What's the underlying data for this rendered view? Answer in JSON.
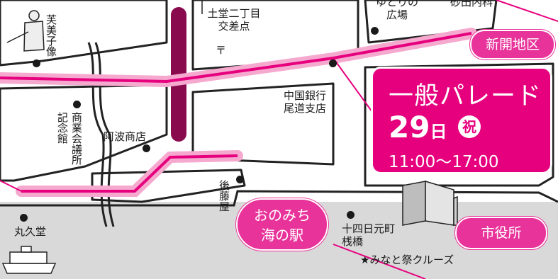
{
  "labels": {
    "intersection": "土堂二丁目\n交差点",
    "intersection_l1": "土堂二丁目",
    "intersection_l2": "交差点",
    "plaza_l1": "ゆとりの",
    "plaza_l2": "広場",
    "clinic": "砂田内科",
    "statue": "芙美子像",
    "bank_l1": "中国銀行",
    "bank_l2": "尾道支店",
    "commerce_hall": "商業会議所",
    "kinen_kan": "記念館",
    "awa_shoten": "阿波商店",
    "goto_ya": "後藤屋",
    "marukyudo": "丸久堂",
    "pier_l1": "十四日元町",
    "pier_l2": "桟橋",
    "cruise": "★みなと祭クルーズ",
    "post_office_symbol": "〒"
  },
  "badges": {
    "shinkai": "新開地区",
    "station_l1": "おのみち",
    "station_l2": "海の駅",
    "city_hall": "市役所"
  },
  "parade": {
    "title": "一般パレード",
    "day_num": "29",
    "day_unit": "日",
    "holiday": "祝",
    "time": "11:00〜17:00"
  },
  "colors": {
    "route": "#e6007e",
    "route_glow": "#f6a9cf",
    "highlight_road": "#8a0a4e",
    "road_stub": "#555555",
    "harbor_area": "#d9d9d9"
  },
  "icons": [
    "statue-icon",
    "boat-icon",
    "building-icon",
    "post-office-icon"
  ]
}
